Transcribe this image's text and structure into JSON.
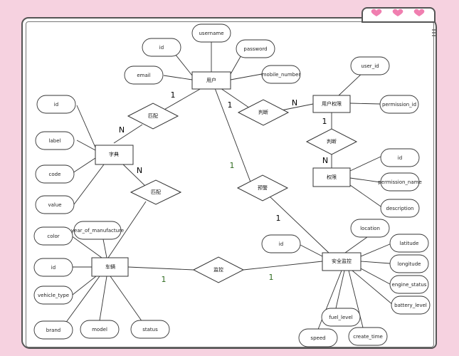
{
  "entities": {
    "user": "用户",
    "user_permission": "用户权限",
    "permission": "权限",
    "dictionary": "字典",
    "vehicle": "车辆",
    "safety_monitor": "安全监控"
  },
  "relationships": {
    "match1": "匹配",
    "match2": "匹配",
    "judge1": "判断",
    "judge2": "判断",
    "warning": "预警",
    "monitor": "监控"
  },
  "attributes": {
    "user": [
      "username",
      "id",
      "password",
      "email",
      "mobile_number"
    ],
    "user_permission": [
      "user_id",
      "permission_id"
    ],
    "permission": [
      "id",
      "permission_name",
      "description"
    ],
    "dictionary": [
      "id",
      "label",
      "code",
      "value"
    ],
    "vehicle": [
      "color",
      "year_of_manufacture",
      "id",
      "vehicle_type",
      "brand",
      "model",
      "status"
    ],
    "safety_monitor": [
      "location",
      "id",
      "latitude",
      "longitude",
      "engine_status",
      "battery_level",
      "fuel_level",
      "speed",
      "create_time"
    ]
  },
  "cardinalities": {
    "user_match": "1",
    "match_dict": "N",
    "user_judge": "1",
    "judge_userperm": "N",
    "userperm_judge": "1",
    "judge_perm": "N",
    "dict_match": "N",
    "user_warning": "1",
    "warning_monitor": "1",
    "vehicle_monitor": "1",
    "monitor_safety": "1"
  },
  "colors": {
    "background": "#f6d2e0",
    "heart": "#f07fb0",
    "line": "#333333",
    "green_cardinality": "#2e6b1f"
  }
}
